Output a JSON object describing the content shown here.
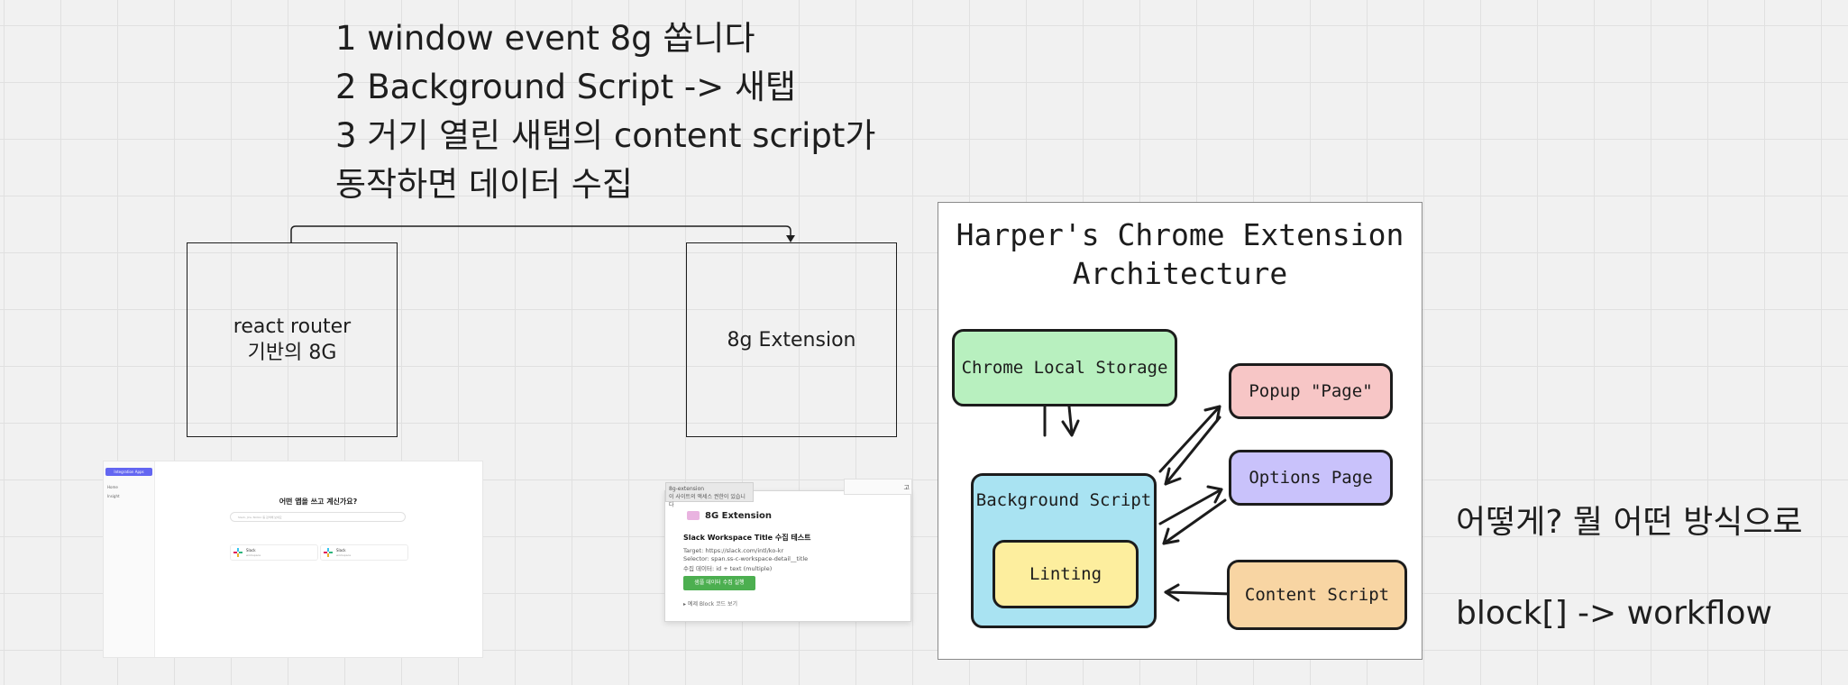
{
  "notes": {
    "lines": [
      "1 window event 8g 쏩니다",
      "2 Background Script -> 새탭",
      "3 거기 열린 새탭의 content script가",
      "동작하면 데이터 수집"
    ]
  },
  "boxes": {
    "left": {
      "line1": "react router",
      "line2": "기반의 8G"
    },
    "right": {
      "label": "8g Extension"
    }
  },
  "thumb1": {
    "brand": "Integration Apps",
    "nav": [
      "Home",
      "Insight"
    ],
    "question": "어떤 앱을 쓰고 계신가요?",
    "search_placeholder": "Slack, Jira, Notion 등 검색해 보세요",
    "cards": [
      {
        "name": "Slack",
        "sub": "workspace"
      },
      {
        "name": "Slack",
        "sub": "workspace"
      }
    ]
  },
  "thumb2": {
    "tab_line1": "8g-extension",
    "tab_line2": "이 사이트의 액세스 권한이 있습니다",
    "header": "8G Extension",
    "top_right": "고",
    "heading": "Slack Workspace Title 수집 테스트",
    "target": "Target: https://slack.com/intl/ko-kr",
    "selector": "Selector: span.ss-c-workspace-detail__title",
    "collect": "수집 데이터: id + text (multiple)",
    "button": "샘플 데이터 수집 실행",
    "example": "▸ 예제 Block 코드 보기"
  },
  "architecture": {
    "title_line1": "Harper's Chrome Extension",
    "title_line2": "Architecture",
    "nodes": {
      "storage": "Chrome Local Storage",
      "popup": "Popup \"Page\"",
      "options": "Options Page",
      "background": "Background Script",
      "linting": "Linting",
      "content": "Content Script"
    },
    "colors": {
      "storage": "#b8f0bf",
      "popup": "#f7c6c6",
      "options": "#c9c2fb",
      "background": "#a9e3f2",
      "linting": "#fdee9e",
      "content": "#f8d5a3"
    }
  },
  "side_notes": {
    "question": "어떻게? 뭘 어떤 방식으로",
    "workflow": "block[] -> workflow"
  }
}
